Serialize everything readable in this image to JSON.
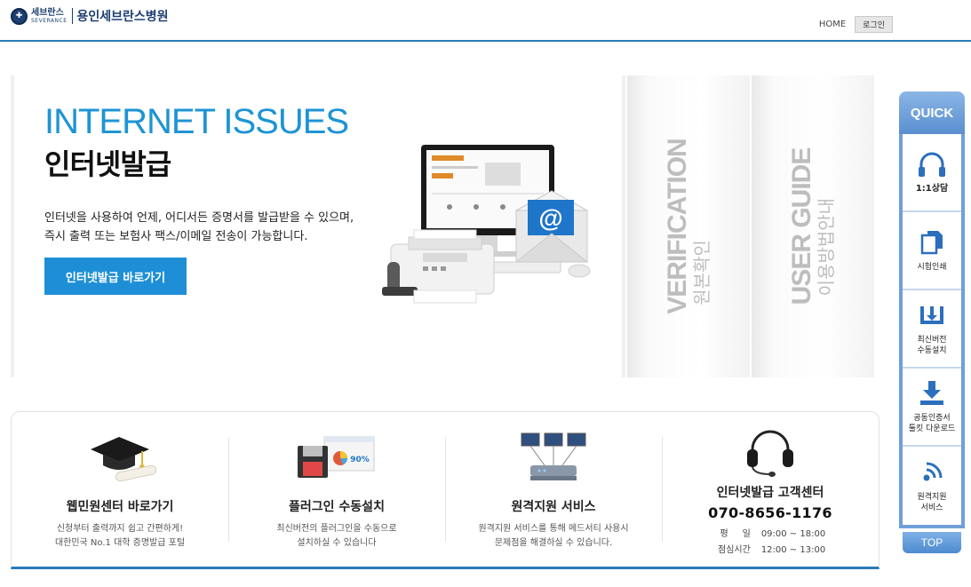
{
  "header": {
    "logo_kr": "세브란스",
    "logo_en": "SEVERANCE",
    "hospital_name": "용인세브란스병원",
    "home_label": "HOME",
    "login_label": "로그인"
  },
  "hero": {
    "title_en": "INTERNET ISSUES",
    "title_kr": "인터넷발급",
    "description": "인터넷을 사용하여 언제, 어디서든 증명서를 발급받을 수 있으며,\n즉시 출력 또는 보험사 팩스/이메일 전송이 가능합니다.",
    "cta_label": "인터넷발급 바로가기"
  },
  "tabs": [
    {
      "label_en": "VERIFICATION",
      "label_kr": "원본확인"
    },
    {
      "label_en": "USER GUIDE",
      "label_kr": "이용방법안내"
    }
  ],
  "quick": {
    "title": "QUICK",
    "items": [
      {
        "label": "1:1상담",
        "icon": "headphones-icon"
      },
      {
        "label": "시험인쇄",
        "icon": "document-copy-icon"
      },
      {
        "label": "최신버전\n수동설치",
        "icon": "install-icon"
      },
      {
        "label": "공동인증서\n툴킷 다운로드",
        "icon": "download-icon"
      },
      {
        "label": "원격지원\n서비스",
        "icon": "remote-support-icon"
      }
    ],
    "top_label": "TOP"
  },
  "services": [
    {
      "title": "웹민원센터 바로가기",
      "desc": "신청부터 출력까지 쉽고 간편하게!\n대한민국 No.1 대학 증명발급 포털",
      "icon": "graduation-cap-icon"
    },
    {
      "title": "플러그인 수동설치",
      "desc": "최신버전의 플러그인을 수동으로\n설치하실 수 있습니다",
      "icon": "floppy-disk-icon"
    },
    {
      "title": "원격지원 서비스",
      "desc": "원격지원 서비스를 통해 메드서티 사용시\n문제점을 해결하실 수 있습니다.",
      "icon": "network-monitors-icon"
    }
  ],
  "support_center": {
    "title": "인터넷발급 고객센터",
    "phone": "070-8656-1176",
    "hours": [
      {
        "label": "평     일",
        "value": "09:00 ~ 18:00"
      },
      {
        "label": "점심시간",
        "value": "12:00 ~ 13:00"
      }
    ],
    "icon": "headset-icon"
  },
  "colors": {
    "accent": "#1e8fd6",
    "brand": "#1d3f72",
    "quick": "#6f9fd9"
  }
}
